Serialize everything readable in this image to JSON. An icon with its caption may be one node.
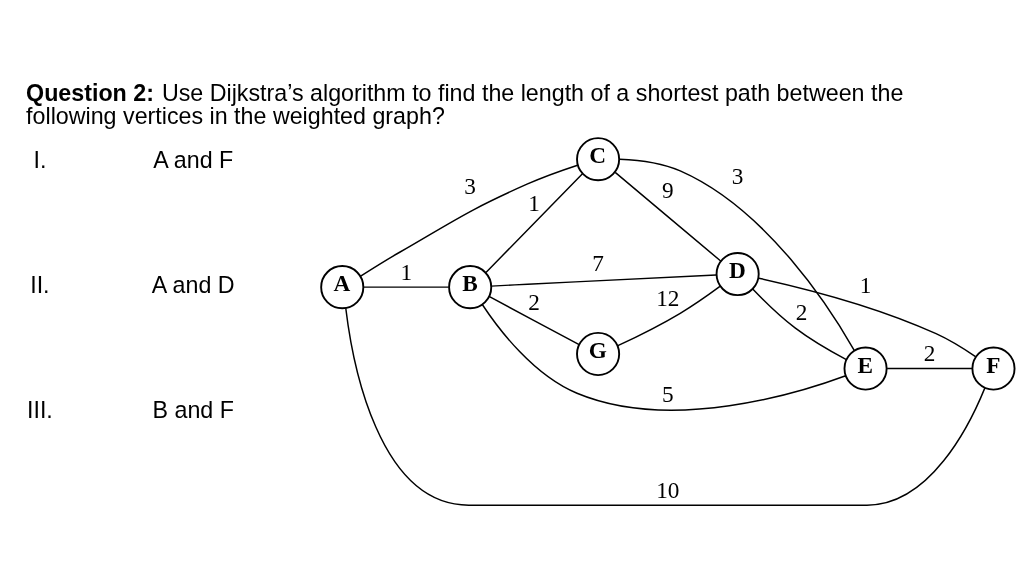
{
  "diagram": {
    "title": "**Question 2:** Use Dijkstra’s algorithm to find the length of a shortest path between the following vertices in the weighted graph?",
    "nodes": [
      {
        "text": [
          "G"
        ]
      },
      {
        "text": [
          "B"
        ]
      },
      {
        "text": [
          "D"
        ]
      },
      {
        "text": [
          "A"
        ]
      },
      {
        "text": [
          "F"
        ]
      },
      {
        "text": [
          "C"
        ]
      },
      {
        "text": [
          "E"
        ]
      }
    ],
    "edges": [
      {
        "from": 3,
        "to": 1,
        "arrow": "none",
        "label": "1"
      },
      {
        "from": 3,
        "to": 5,
        "arrow": "none",
        "label": "3"
      },
      {
        "from": 1,
        "to": 0,
        "arrow": "none",
        "label": "2"
      },
      {
        "from": 0,
        "to": 2,
        "arrow": "none",
        "label": "12"
      },
      {
        "from": 1,
        "to": 2,
        "arrow": "none",
        "label": "7"
      },
      {
        "from": 1,
        "to": 5,
        "arrow": "none",
        "label": "1"
      },
      {
        "from": 1,
        "to": 6,
        "arrow": "none",
        "label": "5"
      },
      {
        "from": 5,
        "to": 2,
        "arrow": "none",
        "label": "9"
      },
      {
        "from": 5,
        "to": 6,
        "arrow": "none",
        "label": "3"
      },
      {
        "from": 2,
        "to": 6,
        "arrow": "none",
        "label": "2"
      },
      {
        "from": 2,
        "to": 4,
        "arrow": "none",
        "label": "1"
      },
      {
        "from": 6,
        "to": 4,
        "arrow": "none",
        "label": "2"
      },
      {
        "from": 3,
        "to": 4,
        "arrow": "none",
        "label": "10"
      }
    ],
    "labels": [
      "I.",
      "A and F",
      "II.",
      "A and D",
      "III.",
      "B and F"
    ]
  }
}
